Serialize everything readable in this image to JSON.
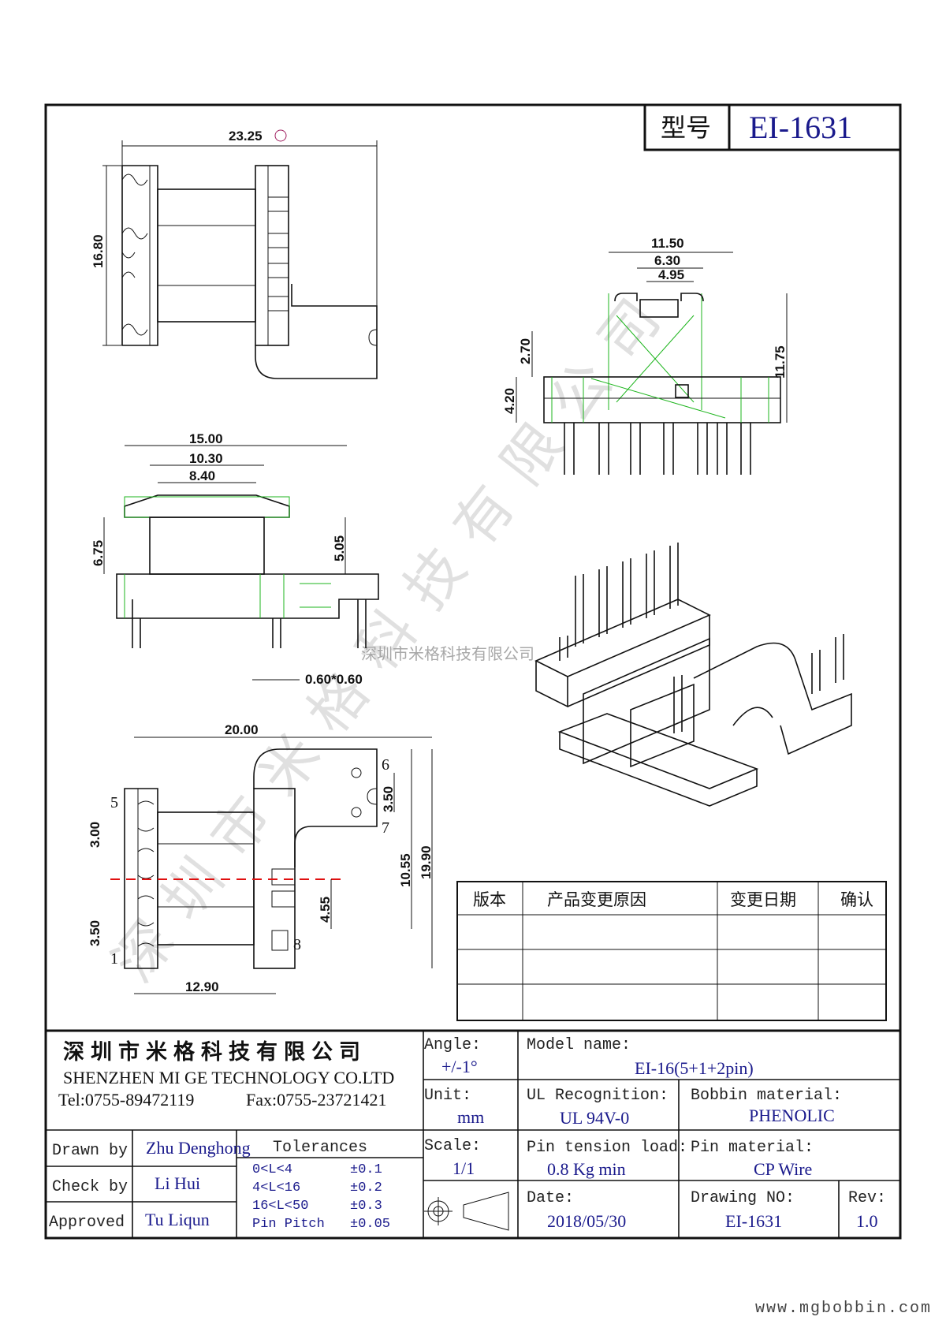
{
  "title": {
    "label": "型号",
    "value": "EI-1631"
  },
  "dimensions": {
    "top_view": {
      "width": "23.25",
      "height": "16.80"
    },
    "side_view": {
      "w1": "11.50",
      "w2": "6.30",
      "w3": "4.95",
      "h1": "11.75",
      "h2": "2.70",
      "h3": "4.20"
    },
    "front_view": {
      "w1": "15.00",
      "w2": "10.30",
      "w3": "8.40",
      "h1": "6.75",
      "h2": "5.05",
      "pin": "0.60*0.60"
    },
    "bottom_view": {
      "w1": "20.00",
      "w2": "12.90",
      "h1": "10.55",
      "h2": "19.90",
      "h3": "4.55",
      "p1": "3.50",
      "p2": "3.00",
      "p3": "3.50"
    }
  },
  "pin_numbers": [
    "5",
    "1",
    "6",
    "7",
    "8"
  ],
  "watermark": {
    "large": "深圳市米格科技有限公司",
    "small": "深圳市米格科技有限公司"
  },
  "revision_table": {
    "headers": [
      "版本",
      "产品变更原因",
      "变更日期",
      "确认"
    ],
    "rows": [
      [
        "",
        "",
        "",
        ""
      ],
      [
        "",
        "",
        "",
        ""
      ],
      [
        "",
        "",
        "",
        ""
      ]
    ]
  },
  "company": {
    "name_cn": "深圳市米格科技有限公司",
    "name_en": "SHENZHEN  MI GE TECHNOLOGY  CO.LTD",
    "tel": "Tel:0755-89472119",
    "fax": "Fax:0755-23721421"
  },
  "title_block": {
    "angle_label": "Angle:",
    "angle_value": "+/-1°",
    "unit_label": "Unit:",
    "unit_value": "mm",
    "scale_label": "Scale:",
    "scale_value": "1/1",
    "model_label": "Model name:",
    "model_value": "EI-16(5+1+2pin)",
    "ul_label": "UL Recognition:",
    "ul_value": "UL 94V-0",
    "bobbin_label": "Bobbin material:",
    "bobbin_value": "PHENOLIC",
    "tension_label": "Pin tension load:",
    "tension_value": "0.8 Kg min",
    "pinmat_label": "Pin material:",
    "pinmat_value": "CP Wire",
    "date_label": "Date:",
    "date_value": "2018/05/30",
    "drawno_label": "Drawing NO:",
    "drawno_value": "EI-1631",
    "rev_label": "Rev:",
    "rev_value": "1.0",
    "drawn_label": "Drawn by",
    "drawn_value": "Zhu Denghong",
    "check_label": "Check by",
    "check_value": "Li Hui",
    "approved_label": "Approved",
    "approved_value": "Tu Liqun",
    "tolerances_label": "Tolerances",
    "tolerances": [
      {
        "range": "0<L<4",
        "tol": "±0.1"
      },
      {
        "range": "4<L<16",
        "tol": "±0.2"
      },
      {
        "range": "16<L<50",
        "tol": "±0.3"
      },
      {
        "range": "Pin Pitch",
        "tol": "±0.05"
      }
    ]
  },
  "website": "www.mgbobbin.com"
}
